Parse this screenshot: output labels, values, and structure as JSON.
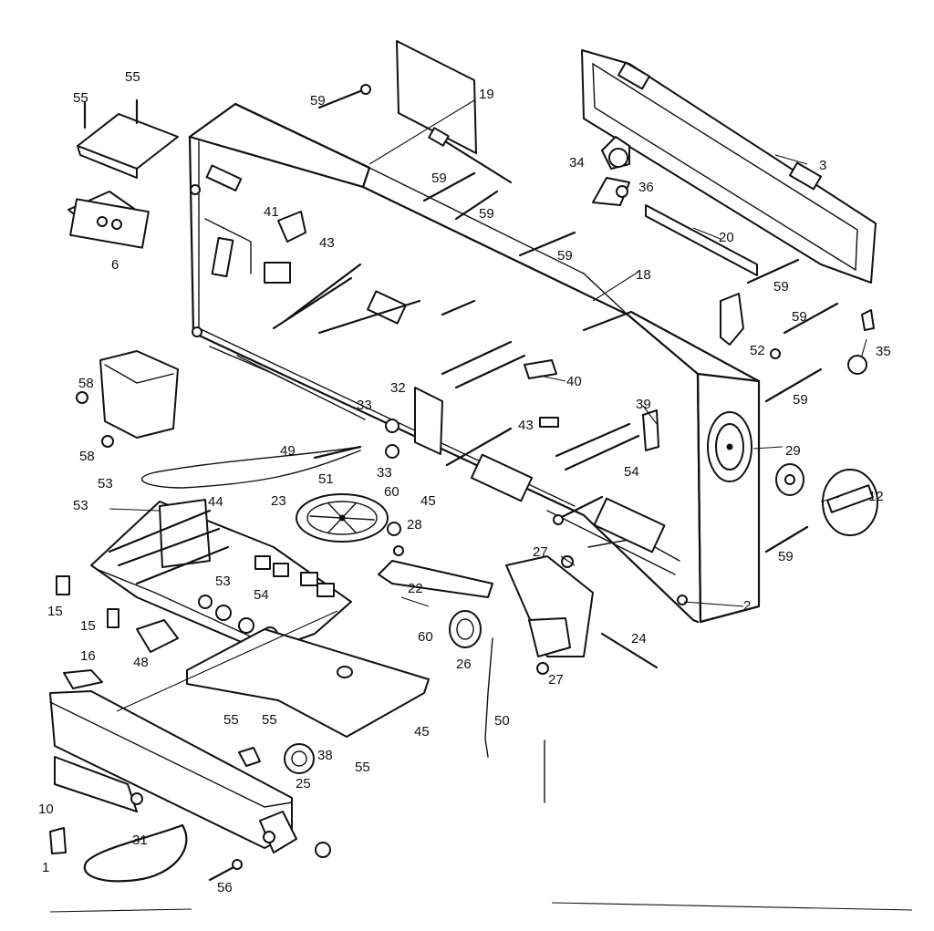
{
  "callouts": [
    {
      "id": "c-55a",
      "text": "55"
    },
    {
      "id": "c-55b",
      "text": "55"
    },
    {
      "id": "c-59a",
      "text": "59"
    },
    {
      "id": "c-19",
      "text": "19"
    },
    {
      "id": "c-3",
      "text": "3"
    },
    {
      "id": "c-34",
      "text": "34"
    },
    {
      "id": "c-36",
      "text": "36"
    },
    {
      "id": "c-59b",
      "text": "59"
    },
    {
      "id": "c-59c",
      "text": "59"
    },
    {
      "id": "c-20",
      "text": "20"
    },
    {
      "id": "c-59d",
      "text": "59"
    },
    {
      "id": "c-18",
      "text": "18"
    },
    {
      "id": "c-59e",
      "text": "59"
    },
    {
      "id": "c-41",
      "text": "41"
    },
    {
      "id": "c-43a",
      "text": "43"
    },
    {
      "id": "c-6",
      "text": "6"
    },
    {
      "id": "c-59f",
      "text": "59"
    },
    {
      "id": "c-52",
      "text": "52"
    },
    {
      "id": "c-35",
      "text": "35"
    },
    {
      "id": "c-59g",
      "text": "59"
    },
    {
      "id": "c-58a",
      "text": "58"
    },
    {
      "id": "c-32",
      "text": "32"
    },
    {
      "id": "c-40",
      "text": "40"
    },
    {
      "id": "c-33a",
      "text": "33"
    },
    {
      "id": "c-43b",
      "text": "43"
    },
    {
      "id": "c-39",
      "text": "39"
    },
    {
      "id": "c-58b",
      "text": "58"
    },
    {
      "id": "c-49",
      "text": "49"
    },
    {
      "id": "c-29",
      "text": "29"
    },
    {
      "id": "c-33b",
      "text": "33"
    },
    {
      "id": "c-54a",
      "text": "54"
    },
    {
      "id": "c-51",
      "text": "51"
    },
    {
      "id": "c-12",
      "text": "12"
    },
    {
      "id": "c-53a",
      "text": "53"
    },
    {
      "id": "c-44",
      "text": "44"
    },
    {
      "id": "c-23",
      "text": "23"
    },
    {
      "id": "c-60a",
      "text": "60"
    },
    {
      "id": "c-45a",
      "text": "45"
    },
    {
      "id": "c-53b",
      "text": "53"
    },
    {
      "id": "c-28",
      "text": "28"
    },
    {
      "id": "c-59h",
      "text": "59"
    },
    {
      "id": "c-27a",
      "text": "27"
    },
    {
      "id": "c-53c",
      "text": "53"
    },
    {
      "id": "c-22",
      "text": "22"
    },
    {
      "id": "c-54b",
      "text": "54"
    },
    {
      "id": "c-15a",
      "text": "15"
    },
    {
      "id": "c-2",
      "text": "2"
    },
    {
      "id": "c-15b",
      "text": "15"
    },
    {
      "id": "c-60b",
      "text": "60"
    },
    {
      "id": "c-24",
      "text": "24"
    },
    {
      "id": "c-48",
      "text": "48"
    },
    {
      "id": "c-26",
      "text": "26"
    },
    {
      "id": "c-27b",
      "text": "27"
    },
    {
      "id": "c-16",
      "text": "16"
    },
    {
      "id": "c-50",
      "text": "50"
    },
    {
      "id": "c-55c",
      "text": "55"
    },
    {
      "id": "c-55d",
      "text": "55"
    },
    {
      "id": "c-45b",
      "text": "45"
    },
    {
      "id": "c-38",
      "text": "38"
    },
    {
      "id": "c-55e",
      "text": "55"
    },
    {
      "id": "c-25",
      "text": "25"
    },
    {
      "id": "c-10",
      "text": "10"
    },
    {
      "id": "c-31",
      "text": "31"
    },
    {
      "id": "c-56",
      "text": "56"
    },
    {
      "id": "c-1",
      "text": "1"
    }
  ]
}
